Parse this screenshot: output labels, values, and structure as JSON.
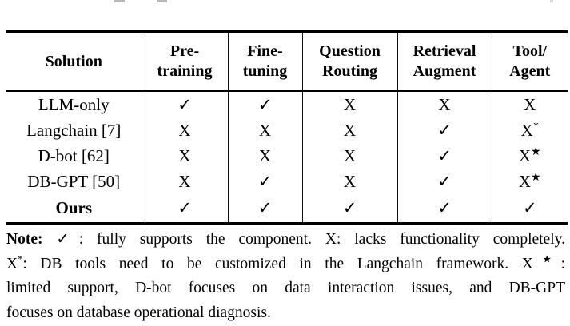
{
  "page": {
    "background": "#ffffff",
    "text_color": "#000000",
    "rule_color": "#000000"
  },
  "table": {
    "headers": [
      {
        "line1": "Solution",
        "line2": ""
      },
      {
        "line1": "Pre-",
        "line2": "training"
      },
      {
        "line1": "Fine-",
        "line2": "tuning"
      },
      {
        "line1": "Question",
        "line2": "Routing"
      },
      {
        "line1": "Retrieval",
        "line2": "Augment"
      },
      {
        "line1": "Tool/",
        "line2": "Agent"
      }
    ],
    "rows": [
      {
        "solution": "LLM-only",
        "cells": [
          {
            "mark": "✓",
            "sup": ""
          },
          {
            "mark": "✓",
            "sup": ""
          },
          {
            "mark": "X",
            "sup": ""
          },
          {
            "mark": "X",
            "sup": ""
          },
          {
            "mark": "X",
            "sup": ""
          }
        ]
      },
      {
        "solution": "Langchain [7]",
        "cells": [
          {
            "mark": "X",
            "sup": ""
          },
          {
            "mark": "X",
            "sup": ""
          },
          {
            "mark": "X",
            "sup": ""
          },
          {
            "mark": "✓",
            "sup": ""
          },
          {
            "mark": "X",
            "sup": "*"
          }
        ]
      },
      {
        "solution": "D-bot [62]",
        "cells": [
          {
            "mark": "X",
            "sup": ""
          },
          {
            "mark": "X",
            "sup": ""
          },
          {
            "mark": "X",
            "sup": ""
          },
          {
            "mark": "✓",
            "sup": ""
          },
          {
            "mark": "X",
            "sup": "★"
          }
        ]
      },
      {
        "solution": "DB-GPT [50]",
        "cells": [
          {
            "mark": "X",
            "sup": ""
          },
          {
            "mark": "✓",
            "sup": ""
          },
          {
            "mark": "X",
            "sup": ""
          },
          {
            "mark": "✓",
            "sup": ""
          },
          {
            "mark": "X",
            "sup": "★"
          }
        ]
      },
      {
        "solution": "Ours",
        "cells": [
          {
            "mark": "✓",
            "sup": ""
          },
          {
            "mark": "✓",
            "sup": ""
          },
          {
            "mark": "✓",
            "sup": ""
          },
          {
            "mark": "✓",
            "sup": ""
          },
          {
            "mark": "✓",
            "sup": ""
          }
        ]
      }
    ]
  },
  "note": {
    "label": "Note:",
    "line1_rest": " ✓: fully supports the component. X: lacks functionality completely.",
    "line2_pre": "X",
    "line2_sup_a": "*",
    "line2_mid": ": DB tools need to be customized in the Langchain framework. X",
    "line2_sup_b": "★",
    "line2_end": ":",
    "line3": "limited support, D-bot focuses on data interaction issues, and DB-GPT",
    "line4": "focuses on database operational diagnosis."
  }
}
